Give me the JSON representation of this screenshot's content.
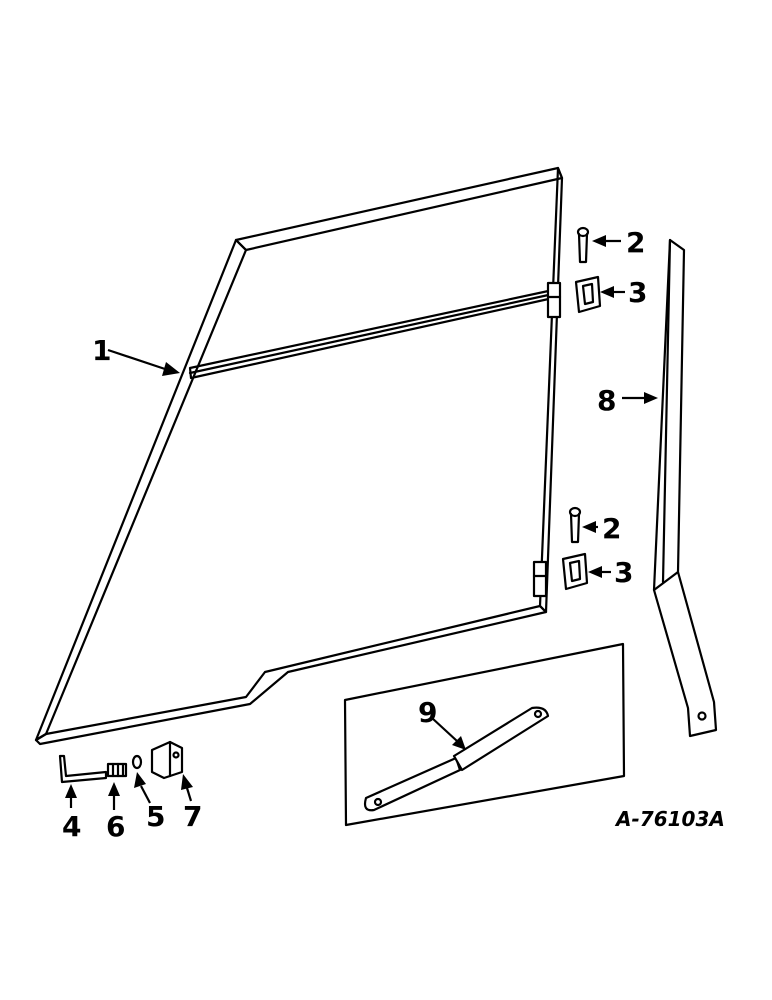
{
  "callouts": {
    "c1": "1",
    "c2a": "2",
    "c3a": "3",
    "c8": "8",
    "c2b": "2",
    "c3b": "3",
    "c9": "9",
    "c4": "4",
    "c6": "6",
    "c5": "5",
    "c7": "7"
  },
  "drawing_id": "A-76103A"
}
